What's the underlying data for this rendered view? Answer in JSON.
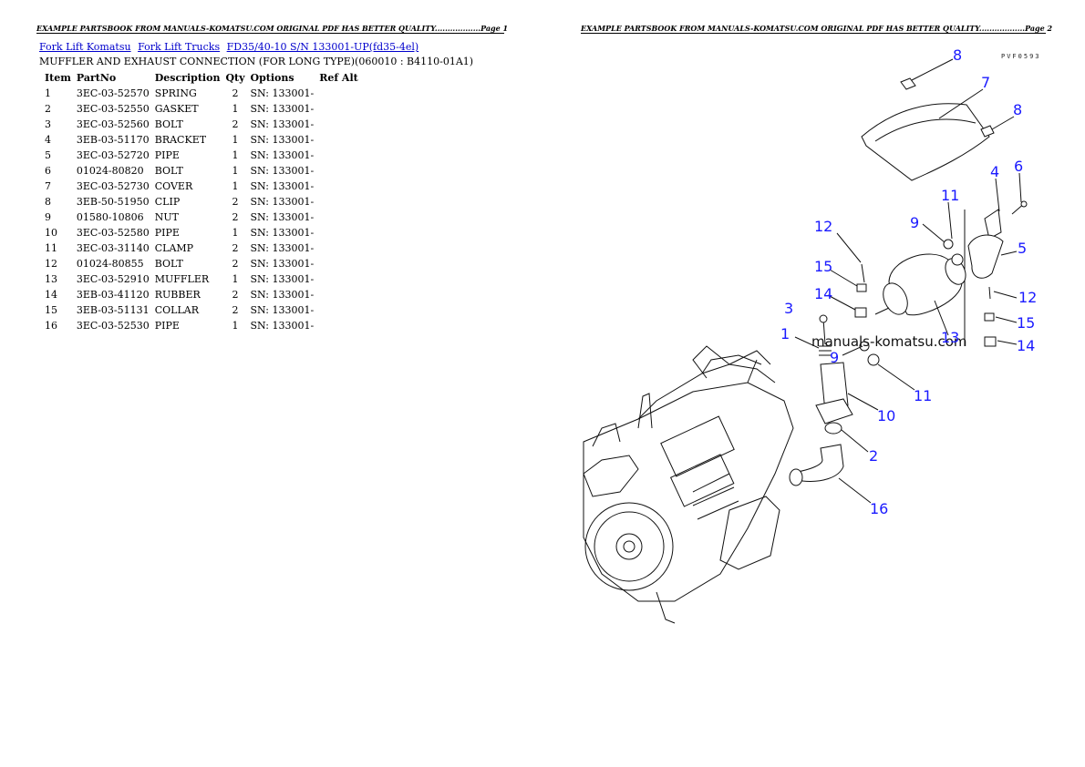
{
  "header": {
    "page1": "EXAMPLE PARTSBOOK FROM MANUALS-KOMATSU.COM ORIGINAL PDF HAS BETTER QUALITY..................Page 1",
    "page2": "EXAMPLE PARTSBOOK FROM MANUALS-KOMATSU.COM ORIGINAL PDF HAS BETTER QUALITY..................Page 2"
  },
  "breadcrumb": [
    {
      "label": "Fork Lift Komatsu"
    },
    {
      "label": "Fork Lift Trucks"
    },
    {
      "label": "FD35/40-10 S/N 133001-UP(fd35-4el)"
    }
  ],
  "subtitle": "MUFFLER AND EXHAUST CONNECTION (FOR LONG TYPE)(060010 : B4110-01A1)",
  "table": {
    "columns": [
      "Item",
      "PartNo",
      "Description",
      "Qty",
      "Options",
      "Ref Alt"
    ],
    "rows": [
      [
        "1",
        "3EC-03-52570",
        "SPRING",
        "2",
        "SN: 133001-",
        ""
      ],
      [
        "2",
        "3EC-03-52550",
        "GASKET",
        "1",
        "SN: 133001-",
        ""
      ],
      [
        "3",
        "3EC-03-52560",
        "BOLT",
        "2",
        "SN: 133001-",
        ""
      ],
      [
        "4",
        "3EB-03-51170",
        "BRACKET",
        "1",
        "SN: 133001-",
        ""
      ],
      [
        "5",
        "3EC-03-52720",
        "PIPE",
        "1",
        "SN: 133001-",
        ""
      ],
      [
        "6",
        "01024-80820",
        "BOLT",
        "1",
        "SN: 133001-",
        ""
      ],
      [
        "7",
        "3EC-03-52730",
        "COVER",
        "1",
        "SN: 133001-",
        ""
      ],
      [
        "8",
        "3EB-50-51950",
        "CLIP",
        "2",
        "SN: 133001-",
        ""
      ],
      [
        "9",
        "01580-10806",
        "NUT",
        "2",
        "SN: 133001-",
        ""
      ],
      [
        "10",
        "3EC-03-52580",
        "PIPE",
        "1",
        "SN: 133001-",
        ""
      ],
      [
        "11",
        "3EC-03-31140",
        "CLAMP",
        "2",
        "SN: 133001-",
        ""
      ],
      [
        "12",
        "01024-80855",
        "BOLT",
        "2",
        "SN: 133001-",
        ""
      ],
      [
        "13",
        "3EC-03-52910",
        "MUFFLER",
        "1",
        "SN: 133001-",
        ""
      ],
      [
        "14",
        "3EB-03-41120",
        "RUBBER",
        "2",
        "SN: 133001-",
        ""
      ],
      [
        "15",
        "3EB-03-51131",
        "COLLAR",
        "2",
        "SN: 133001-",
        ""
      ],
      [
        "16",
        "3EC-03-52530",
        "PIPE",
        "1",
        "SN: 133001-",
        ""
      ]
    ]
  },
  "diagram": {
    "code": "PVF0593",
    "watermark": "manuals-komatsu.com",
    "callout_color": "#1a1aff",
    "callouts": [
      "8",
      "7",
      "8",
      "4",
      "6",
      "11",
      "9",
      "5",
      "12",
      "15",
      "14",
      "12",
      "15",
      "3",
      "13",
      "1",
      "9",
      "14",
      "11",
      "10",
      "2",
      "16"
    ]
  }
}
